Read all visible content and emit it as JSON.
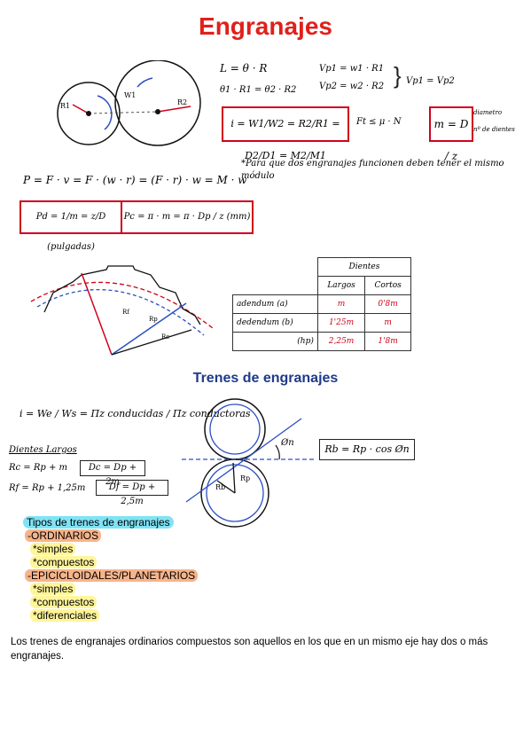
{
  "title": "Engranajes",
  "diagram1": {
    "r1": "R1",
    "r2": "R2",
    "w1": "W1"
  },
  "equations": {
    "eq_L": "L = θ · R",
    "eq_theta": "θ1 · R1 = θ2 · R2",
    "eq_vp1": "Vp1 = w1 · R1",
    "eq_vp2": "Vp2 = w2 · R2",
    "eq_vp_eq": "Vp1 = Vp2",
    "ratio": "i = W1/W2 = R2/R1 = D2/D1 = M2/M1",
    "ft": "Ft ≤ μ · N",
    "m_box": "m = D / z",
    "m_note_d": "diametro",
    "m_note_z": "nº de dientes",
    "note": "*Para que dos engranajes funcionen deben tener el mismo módulo",
    "power": "P = F · v = F · (w · r) = (F · r) · w = M · w",
    "pd": "Pd = 1/m = z/D (pulgadas)",
    "pc": "Pc = π · m = π · Dp / z (mm)"
  },
  "diagram2": {
    "rl": "Rf",
    "rp": "Rp",
    "re": "Rc"
  },
  "table": {
    "caption": "Dientes",
    "headers": [
      "Largos",
      "Cortos"
    ],
    "rows": [
      {
        "label": "adendum (a)",
        "largos": "m",
        "cortos": "0'8m"
      },
      {
        "label": "dedendum (b)",
        "largos": "1'25m",
        "cortos": "m"
      },
      {
        "label": "(hp)",
        "largos": "2,25m",
        "cortos": "1'8m"
      }
    ]
  },
  "subtitle": "Trenes de engranajes",
  "trenes": {
    "ratio_eq": "i = We / Ws = Πz conducidas / Πz conductoras",
    "dientes_largos": "Dientes Largos",
    "rc_eq": "Rc = Rp + m",
    "dc_eq": "Dc = Dp + 2m",
    "rp_eq": "Rf = Rp + 1,25m",
    "dp_eq": "Df = Dp + 2,5m",
    "rb_eq": "Rb = Rp · cos Øn",
    "phi": "Øn",
    "rb": "Rb",
    "rp": "Rp"
  },
  "tipos": {
    "header": "Tipos de trenes de engranajes",
    "ordinarios": "-ORDINARIOS",
    "simples1": "*simples",
    "compuestos1": "*compuestos",
    "epic": "-EPICICLOIDALES/PLANETARIOS",
    "simples2": "*simples",
    "compuestos2": "*compuestos",
    "diferenciales": "*diferenciales"
  },
  "paragraph": "Los trenes de engranajes ordinarios compuestos son aquellos en los que en un mismo eje hay dos o más engranajes.",
  "colors": {
    "title": "#e0201b",
    "subtitle": "#1f3a8a",
    "box": "#d0021b",
    "pen_blue": "#2b4fc4"
  }
}
